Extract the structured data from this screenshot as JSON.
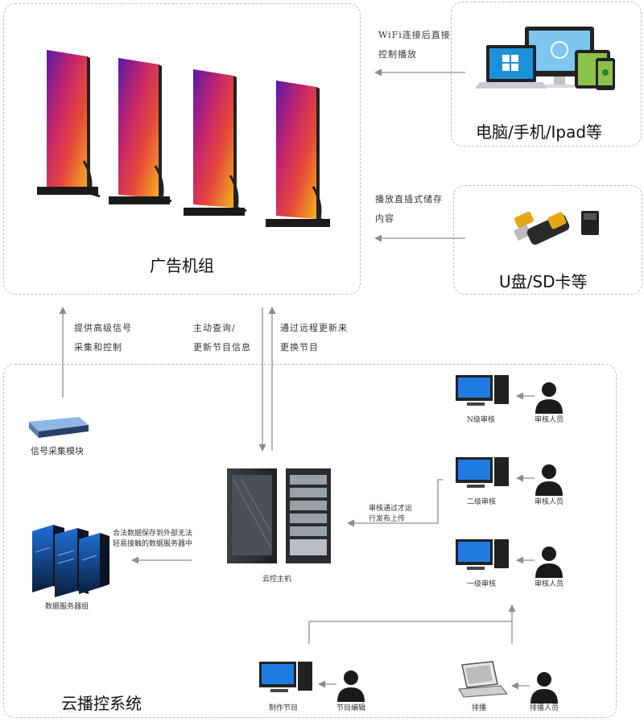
{
  "ad_group": {
    "title": "广告机组"
  },
  "devices": {
    "title": "电脑/手机/Ipad等",
    "note_line1": "WiFi连接后直接",
    "note_line2": "控制播放"
  },
  "storage": {
    "title": "U盘/SD卡等",
    "note_line1": "播放直插式储存",
    "note_line2": "内容"
  },
  "links": {
    "signal_line1": "提供高级信号",
    "signal_line2": "采集和控制",
    "query_line1": "主动查询/",
    "query_line2": "更新节目信息",
    "remote_line1": "通过远程更新来",
    "remote_line2": "更换节目"
  },
  "cloud": {
    "title": "云播控系统",
    "signal_module": "信号采集模块",
    "cloud_host": "云控主机",
    "db_group": "数据服务器组",
    "db_note_line1": "合法数据保存到外部无法",
    "db_note_line2": "轻易接触的数据服务器中",
    "review_note_line1": "审核通过才运",
    "review_note_line2": "行发布上传",
    "review_n": "N级审核",
    "review_2": "二级审核",
    "review_1": "一级审核",
    "reviewer": "审核人员",
    "make_program": "制作节目",
    "program_editor": "节目编辑",
    "scheduling": "排播",
    "scheduler": "排播人员"
  }
}
